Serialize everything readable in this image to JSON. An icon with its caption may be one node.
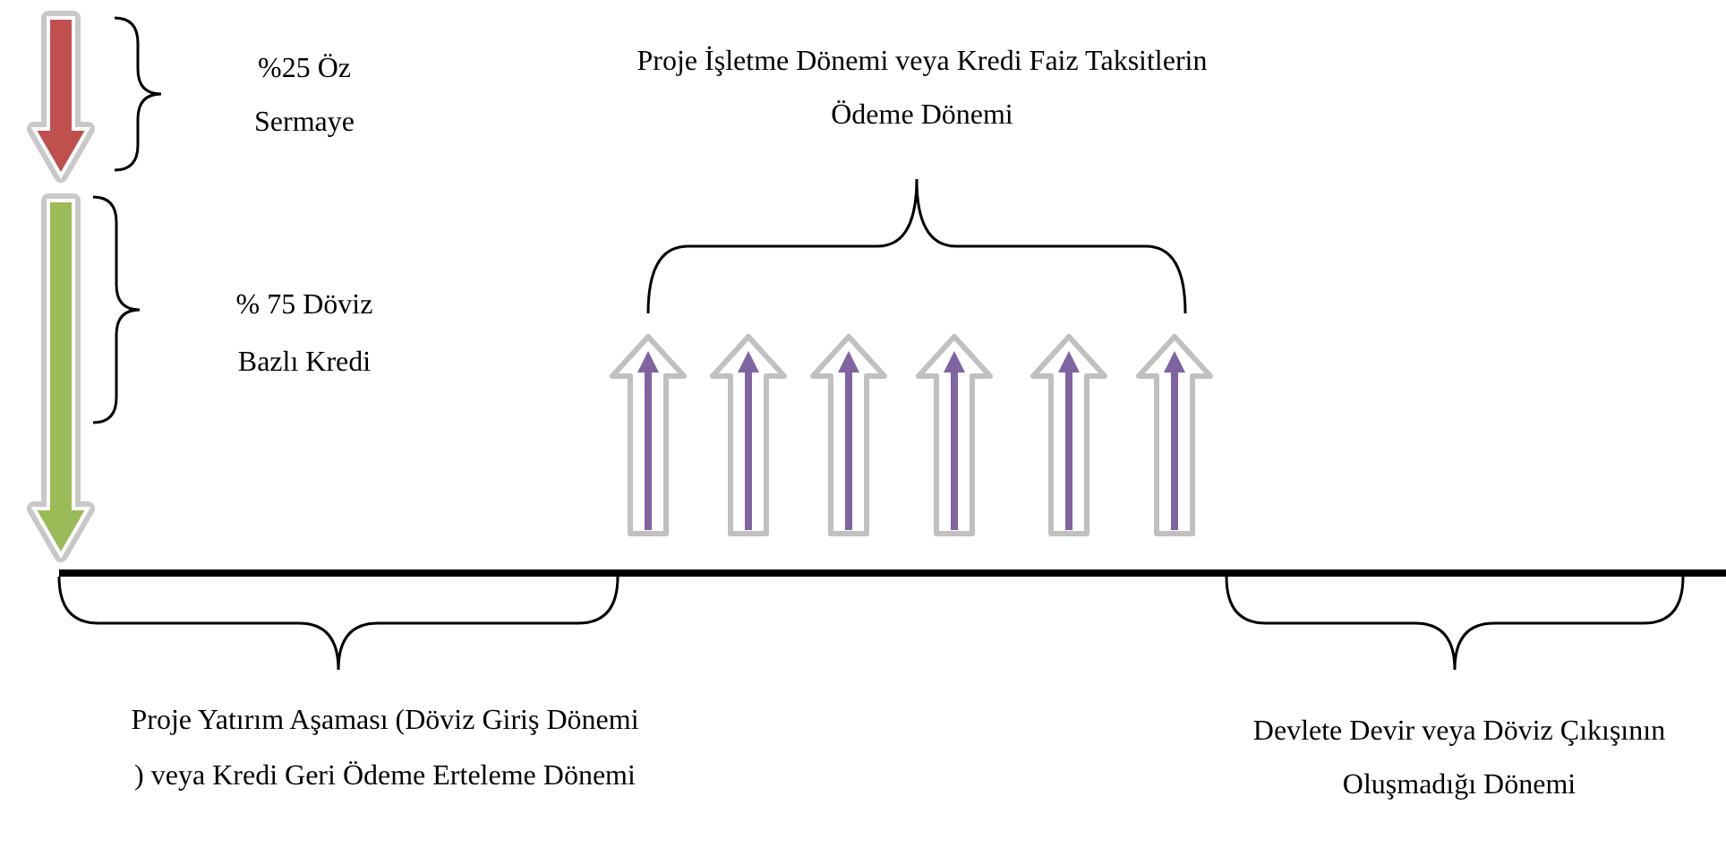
{
  "diagram": {
    "labels": [
      "%25 Öz Sermaye",
      "% 75 Döviz Bazlı Kredi",
      "Proje İşletme Dönemi veya Kredi Faiz Taksitlerin Ödeme Dönemi",
      "Proje Yatırım Aşaması (Döviz Giriş Dönemi ) veya Kredi Geri Ödeme Erteleme Dönemi",
      "Devlete Devir veya Döviz Çıkışının Oluşmadığı Dönemi"
    ]
  }
}
